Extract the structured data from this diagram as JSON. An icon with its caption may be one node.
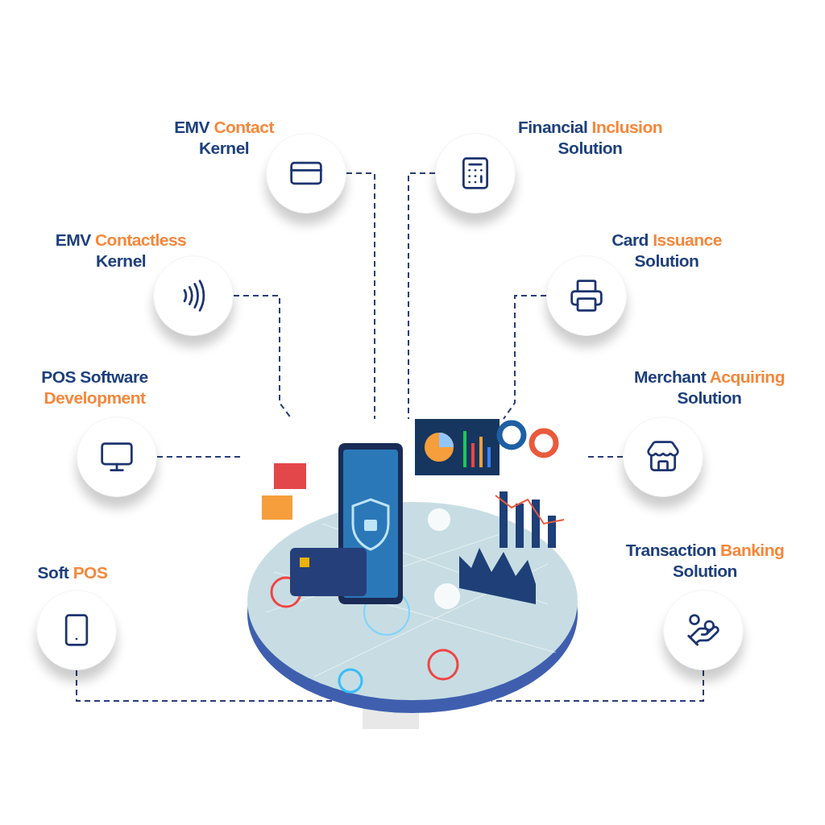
{
  "diagram": {
    "nodes": [
      {
        "text": [
          "EMV *Contact* Kernel"
        ]
      },
      {
        "text": [
          "Financial *Inclusion* Solution"
        ]
      },
      {
        "text": [
          "EMV *Contactless* Kernel"
        ]
      },
      {
        "text": [
          "Card *Issuance* Solution"
        ]
      },
      {
        "text": [
          "POS Software *Development*"
        ]
      },
      {
        "text": [
          "Merchant *Acquiring* Solution"
        ]
      },
      {
        "text": [
          "Soft *POS*"
        ]
      },
      {
        "text": [
          "Transaction *Banking* Solution"
        ]
      },
      {
        "text": [],
        "shape": "picture"
      }
    ],
    "edges": [
      {
        "from": 0,
        "to": 8,
        "arrow": "none",
        "style": "dashed"
      },
      {
        "from": 1,
        "to": 8,
        "arrow": "none",
        "style": "dashed"
      },
      {
        "from": 2,
        "to": 8,
        "arrow": "none",
        "style": "dashed"
      },
      {
        "from": 3,
        "to": 8,
        "arrow": "none",
        "style": "dashed"
      },
      {
        "from": 4,
        "to": 8,
        "arrow": "none",
        "style": "dashed"
      },
      {
        "from": 5,
        "to": 8,
        "arrow": "none",
        "style": "dashed"
      },
      {
        "from": 6,
        "to": 8,
        "arrow": "none",
        "style": "dashed"
      },
      {
        "from": 7,
        "to": 8,
        "arrow": "none",
        "style": "dashed"
      }
    ]
  }
}
